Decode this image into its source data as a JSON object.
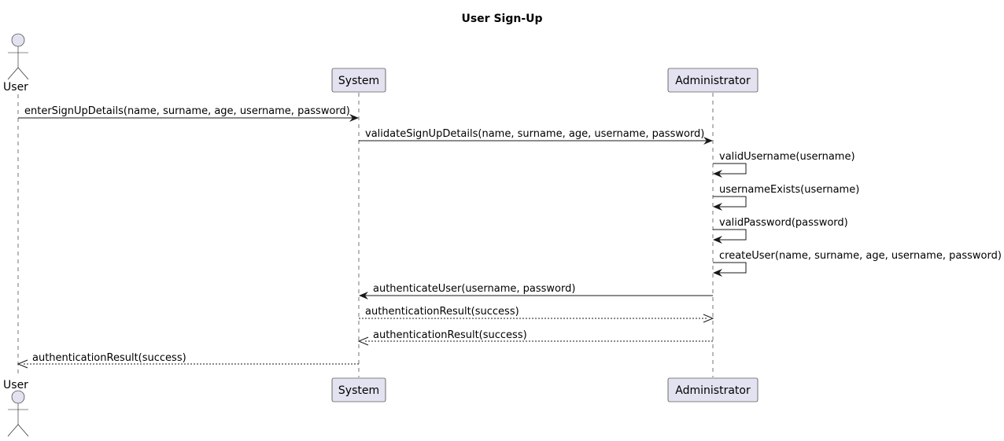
{
  "diagram": {
    "title": "User Sign-Up",
    "colors": {
      "participant_fill": "#E2E2F0",
      "line": "#181818"
    },
    "participants": [
      {
        "id": "user",
        "label": "User",
        "kind": "actor"
      },
      {
        "id": "system",
        "label": "System",
        "kind": "participant"
      },
      {
        "id": "admin",
        "label": "Administrator",
        "kind": "participant"
      }
    ],
    "messages": [
      {
        "from": "user",
        "to": "system",
        "label": "enterSignUpDetails(name, surname, age, username, password)",
        "style": "solid"
      },
      {
        "from": "system",
        "to": "admin",
        "label": "validateSignUpDetails(name, surname, age, username, password)",
        "style": "solid"
      },
      {
        "from": "admin",
        "to": "admin",
        "label": "validUsername(username)",
        "style": "solid"
      },
      {
        "from": "admin",
        "to": "admin",
        "label": "usernameExists(username)",
        "style": "solid"
      },
      {
        "from": "admin",
        "to": "admin",
        "label": "validPassword(password)",
        "style": "solid"
      },
      {
        "from": "admin",
        "to": "admin",
        "label": "createUser(name, surname, age, username, password)",
        "style": "solid"
      },
      {
        "from": "admin",
        "to": "system",
        "label": "authenticateUser(username, password)",
        "style": "solid"
      },
      {
        "from": "system",
        "to": "admin",
        "label": "authenticationResult(success)",
        "style": "dashed"
      },
      {
        "from": "admin",
        "to": "system",
        "label": "authenticationResult(success)",
        "style": "dashed"
      },
      {
        "from": "system",
        "to": "user",
        "label": "authenticationResult(success)",
        "style": "dashed"
      }
    ]
  }
}
